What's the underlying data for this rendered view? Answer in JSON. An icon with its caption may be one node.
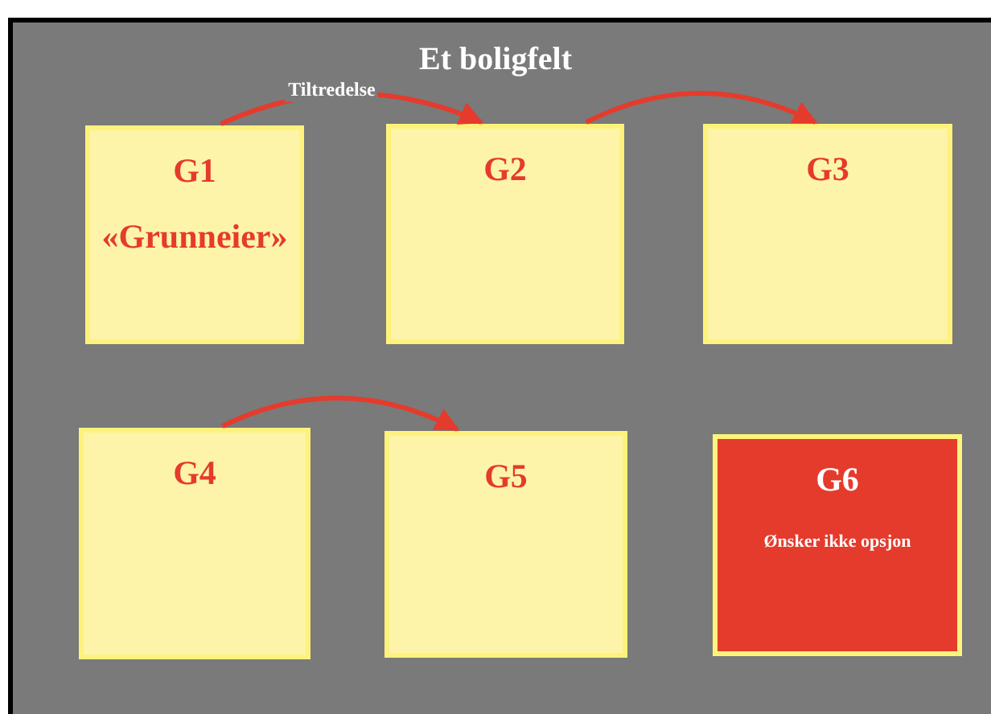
{
  "diagram": {
    "title": "Et boligfelt",
    "nodes": [
      {
        "text": [
          "G1",
          "«Grunneier»"
        ]
      },
      {
        "text": [
          "G2"
        ]
      },
      {
        "text": [
          "G3"
        ]
      },
      {
        "text": [
          "G4"
        ]
      },
      {
        "text": [
          "G5"
        ]
      },
      {
        "text": [
          "G6",
          "Ønsker ikke opsjon"
        ]
      }
    ],
    "edges": [
      {
        "from": 0,
        "to": 1,
        "arrow": "to",
        "label": "Tiltredelse"
      },
      {
        "from": 1,
        "to": 2,
        "arrow": "to"
      },
      {
        "from": 3,
        "to": 4,
        "arrow": "to"
      }
    ]
  }
}
